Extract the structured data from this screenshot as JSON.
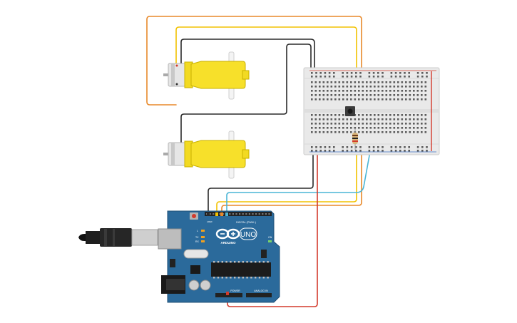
{
  "board": {
    "brand": "ARDUINO",
    "model": "UNO",
    "digital_label": "DIGITAL (PWM~)",
    "power_label": "POWER",
    "analog_label": "ANALOG IN",
    "aref_label": "AREF",
    "gnd_label": "GND",
    "tx_label": "TX",
    "rx_label": "RX",
    "l_label": "L",
    "on_label": "ON"
  },
  "components": {
    "motor_1": "dc-motor",
    "motor_2": "dc-motor",
    "breadboard": "breadboard-half",
    "button": "pushbutton",
    "resistor": "resistor",
    "usb_cable": "usb-cable"
  },
  "colors": {
    "wire_orange": "#e8892a",
    "wire_yellow": "#f2c200",
    "wire_black": "#2a2a2a",
    "wire_red": "#d33a2c",
    "wire_cyan": "#4ab5d6",
    "motor_body": "#f7e02a",
    "board_blue": "#2b6a9b",
    "breadboard": "#e9e9e9"
  }
}
